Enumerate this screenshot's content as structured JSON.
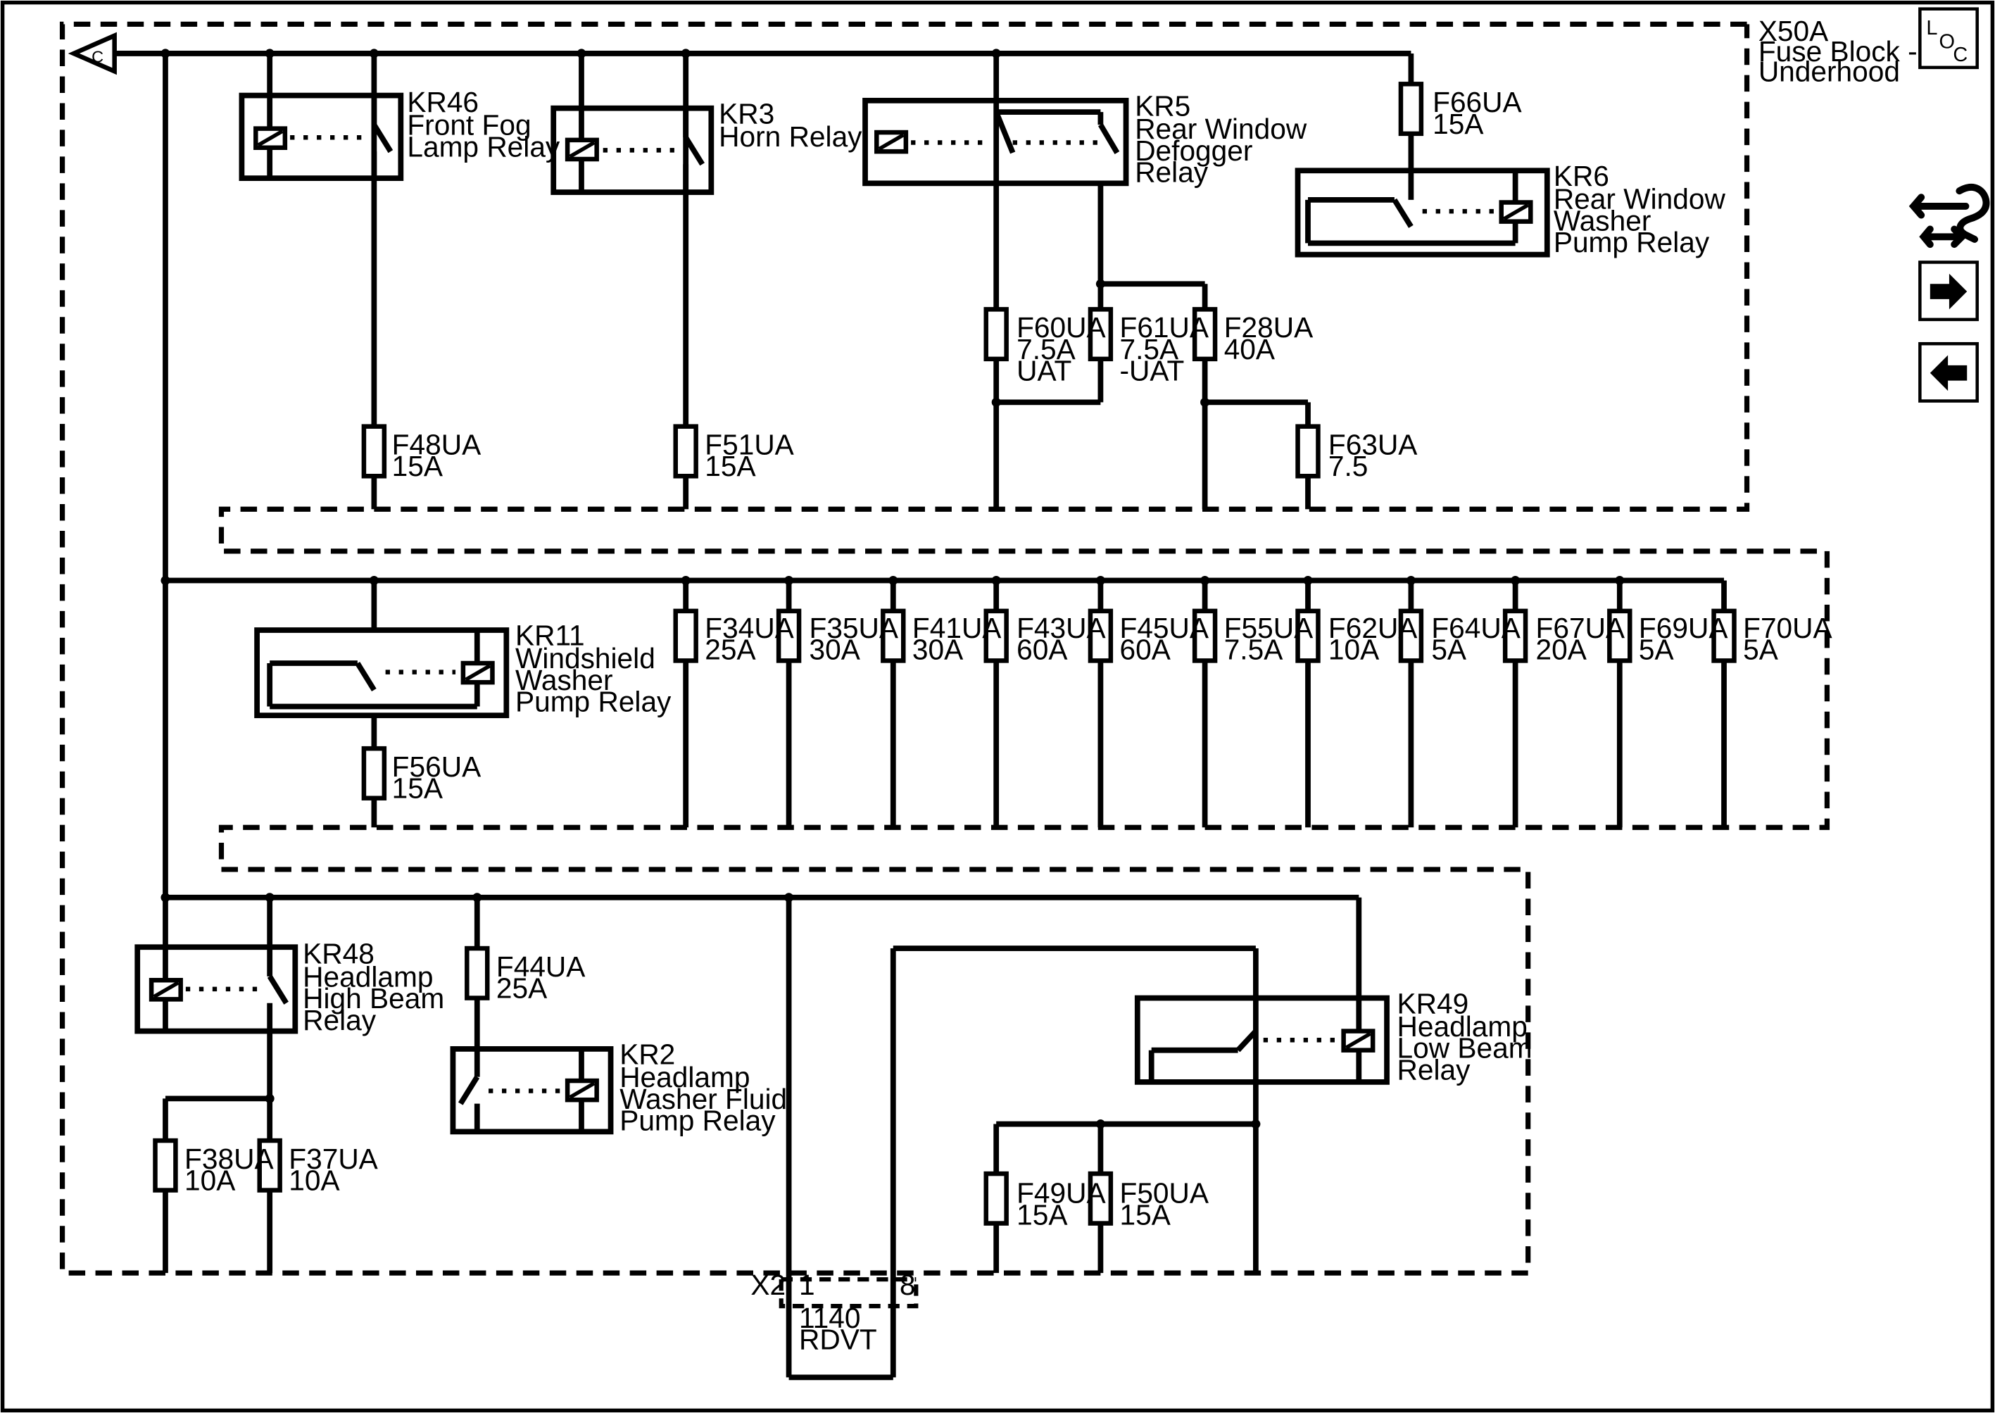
{
  "fuse_block": {
    "id": "X50A",
    "name_line1": "Fuse Block -",
    "name_line2": "Underhood"
  },
  "bus_connector": "C",
  "relays": [
    {
      "id": "KR46",
      "lines": [
        "Front Fog",
        "Lamp Relay"
      ]
    },
    {
      "id": "KR3",
      "lines": [
        "Horn Relay"
      ]
    },
    {
      "id": "KR5",
      "lines": [
        "Rear Window",
        "Defogger",
        "Relay"
      ]
    },
    {
      "id": "KR6",
      "lines": [
        "Rear Window",
        "Washer",
        "Pump Relay"
      ]
    },
    {
      "id": "KR11",
      "lines": [
        "Windshield",
        "Washer",
        "Pump Relay"
      ]
    },
    {
      "id": "KR48",
      "lines": [
        "Headlamp",
        "High Beam",
        "Relay"
      ]
    },
    {
      "id": "KR2",
      "lines": [
        "Headlamp",
        "Washer Fluid",
        "Pump Relay"
      ]
    },
    {
      "id": "KR49",
      "lines": [
        "Headlamp",
        "Low Beam",
        "Relay"
      ]
    }
  ],
  "fuses": [
    {
      "id": "F66UA",
      "lines": [
        "15A"
      ]
    },
    {
      "id": "F48UA",
      "lines": [
        "15A"
      ]
    },
    {
      "id": "F51UA",
      "lines": [
        "15A"
      ]
    },
    {
      "id": "F60UA",
      "lines": [
        "7.5A",
        "UAT"
      ]
    },
    {
      "id": "F61UA",
      "lines": [
        "7.5A",
        "-UAT"
      ]
    },
    {
      "id": "F28UA",
      "lines": [
        "40A"
      ]
    },
    {
      "id": "F63UA",
      "lines": [
        "7.5"
      ]
    },
    {
      "id": "F34UA",
      "lines": [
        "25A"
      ]
    },
    {
      "id": "F35UA",
      "lines": [
        "30A"
      ]
    },
    {
      "id": "F41UA",
      "lines": [
        "30A"
      ]
    },
    {
      "id": "F43UA",
      "lines": [
        "60A"
      ]
    },
    {
      "id": "F45UA",
      "lines": [
        "60A"
      ]
    },
    {
      "id": "F55UA",
      "lines": [
        "7.5A"
      ]
    },
    {
      "id": "F62UA",
      "lines": [
        "10A"
      ]
    },
    {
      "id": "F64UA",
      "lines": [
        "5A"
      ]
    },
    {
      "id": "F67UA",
      "lines": [
        "20A"
      ]
    },
    {
      "id": "F69UA",
      "lines": [
        "5A"
      ]
    },
    {
      "id": "F70UA",
      "lines": [
        "5A"
      ]
    },
    {
      "id": "F56UA",
      "lines": [
        "15A"
      ]
    },
    {
      "id": "F44UA",
      "lines": [
        "25A"
      ]
    },
    {
      "id": "F38UA",
      "lines": [
        "10A"
      ]
    },
    {
      "id": "F37UA",
      "lines": [
        "10A"
      ]
    },
    {
      "id": "F49UA",
      "lines": [
        "15A"
      ]
    },
    {
      "id": "F50UA",
      "lines": [
        "15A"
      ]
    }
  ],
  "connector": {
    "id": "X2",
    "pin_left": "1",
    "pin_right": "8",
    "component_id": "1140",
    "component_name": "RDVT"
  },
  "nav": {
    "loc_l": "L",
    "loc_o": "O",
    "loc_c": "C"
  }
}
